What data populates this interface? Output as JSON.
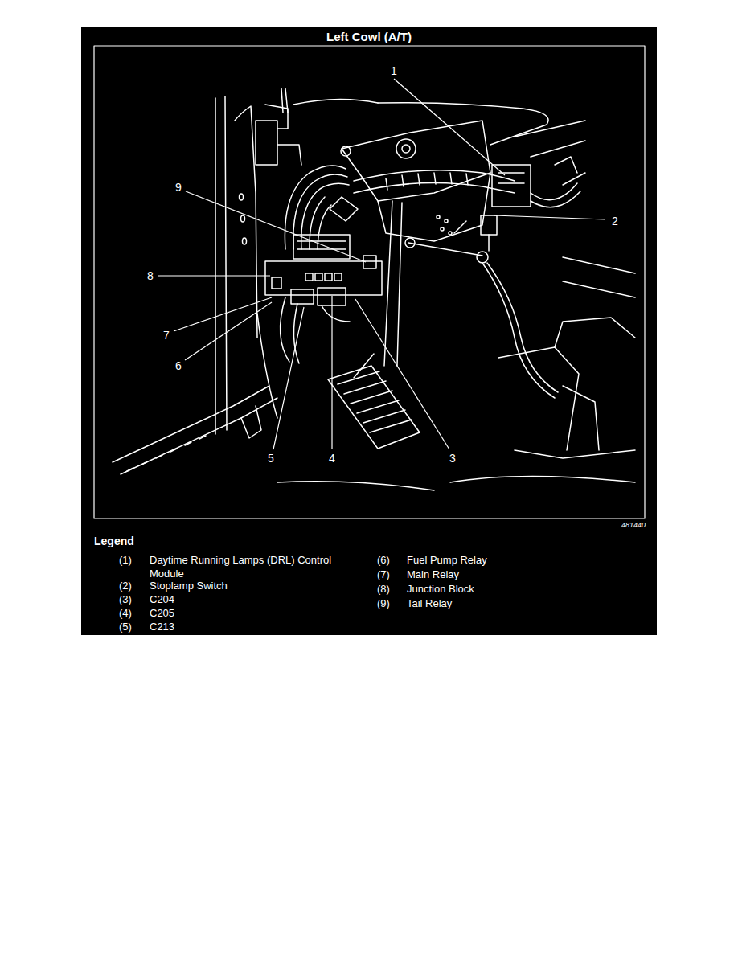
{
  "diagram": {
    "title": "Left Cowl (A/T)",
    "labels": [
      "1",
      "2",
      "3",
      "4",
      "5",
      "6",
      "7",
      "8",
      "9",
      "481440",
      "Legend",
      "(1)",
      "Daytime Running Lamps (DRL) Control Module",
      "(2)",
      "Stoplamp Switch",
      "(3)",
      "C204",
      "(4)",
      "C205",
      "(5)",
      "C213",
      "(6)",
      "Fuel Pump Relay",
      "(7)",
      "Main Relay",
      "(8)",
      "Junction Block",
      "(9)",
      "Tail Relay"
    ]
  }
}
